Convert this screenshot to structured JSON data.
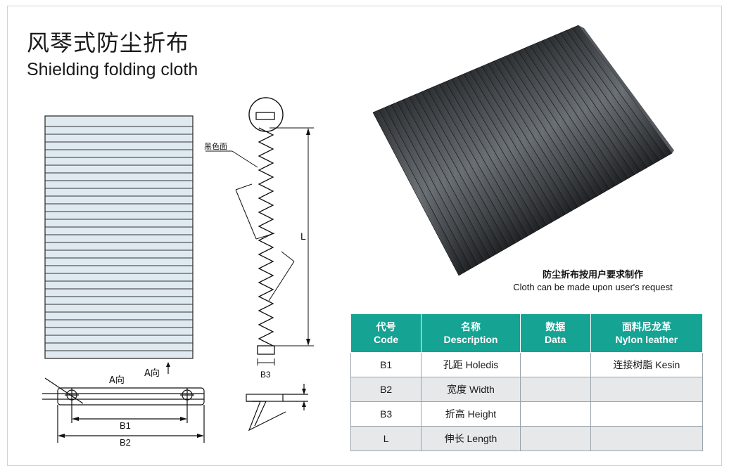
{
  "header": {
    "title_zh": "风琴式防尘折布",
    "title_en": "Shielding folding cloth"
  },
  "drawing": {
    "label_black_side": "黑色面",
    "label_L": "L",
    "label_B3": "B3",
    "label_A_dir_1": "A向",
    "label_A_dir_2": "A向",
    "label_B1": "B1",
    "label_B2": "B2",
    "color_cloth": "#dfe9f0"
  },
  "photo": {
    "caption_zh": "防尘折布按用户要求制作",
    "caption_en": "Cloth can be made upon user's request"
  },
  "table": {
    "header": [
      {
        "zh": "代号",
        "en": "Code"
      },
      {
        "zh": "名称",
        "en": "Description"
      },
      {
        "zh": "数据",
        "en": "Data"
      },
      {
        "zh": "面料尼龙革",
        "en": "Nylon leather"
      }
    ],
    "rows": [
      {
        "code": "B1",
        "description": "孔距 Holedis",
        "data": "",
        "material": "连接树脂 Kesin"
      },
      {
        "code": "B2",
        "description": "宽度 Width",
        "data": "",
        "material": ""
      },
      {
        "code": "B3",
        "description": "折高 Height",
        "data": "",
        "material": ""
      },
      {
        "code": "L",
        "description": "伸长 Length",
        "data": "",
        "material": ""
      }
    ],
    "header_color": "#15a393"
  }
}
